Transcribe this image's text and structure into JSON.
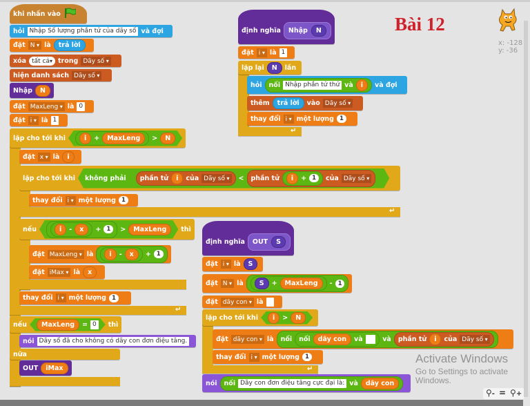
{
  "header_title": "Bài 12",
  "sprite": {
    "x_label": "x: -128",
    "y_label": "y: -36"
  },
  "watermark": {
    "line1": "Activate Windows",
    "line2": "Go to Settings to activate Windows."
  },
  "zoom_controls": {
    "zoom_out": "-",
    "reset": "=",
    "zoom_in": "+"
  },
  "colors": {
    "events": "#c88330",
    "sensing": "#2ca5e2",
    "variables": "#ee7d16",
    "lists": "#cc5b22",
    "more_blocks": "#632d99",
    "looks": "#8a55d7",
    "control": "#e1a91a",
    "operators": "#5cb712"
  },
  "blocks": [
    {
      "id": "when-flag",
      "tokens": [
        {
          "k": "label",
          "v": "khi nhấn vào"
        },
        {
          "k": "flag",
          "v": "green-flag"
        }
      ]
    },
    {
      "id": "ask-count",
      "tokens": [
        {
          "k": "label",
          "v": "hỏi"
        },
        {
          "k": "in",
          "v": "Nhập Số lượng phần tử của dãy số"
        },
        {
          "k": "label",
          "v": "và đợi"
        }
      ]
    },
    {
      "id": "set-n",
      "tokens": [
        {
          "k": "label",
          "v": "đặt"
        },
        {
          "k": "dd",
          "v": "N"
        },
        {
          "k": "label",
          "v": "là"
        },
        {
          "k": "sens",
          "v": "trả lời"
        }
      ]
    },
    {
      "id": "delete-all",
      "tokens": [
        {
          "k": "label",
          "v": "xóa"
        },
        {
          "k": "ddw",
          "v": "tất cả"
        },
        {
          "k": "label",
          "v": "trong"
        },
        {
          "k": "dd",
          "v": "Dãy số"
        }
      ]
    },
    {
      "id": "show-list",
      "tokens": [
        {
          "k": "label",
          "v": "hiện danh sách"
        },
        {
          "k": "dd",
          "v": "Dãy số"
        }
      ]
    },
    {
      "id": "call-nhap",
      "tokens": [
        {
          "k": "label",
          "v": "Nhập"
        },
        {
          "k": "var",
          "v": "N"
        }
      ]
    },
    {
      "id": "set-maxleng",
      "tokens": [
        {
          "k": "label",
          "v": "đặt"
        },
        {
          "k": "dd",
          "v": "MaxLeng"
        },
        {
          "k": "label",
          "v": "là"
        },
        {
          "k": "in",
          "v": "0"
        }
      ]
    },
    {
      "id": "set-i-1",
      "tokens": [
        {
          "k": "label",
          "v": "đặt"
        },
        {
          "k": "dd",
          "v": "i"
        },
        {
          "k": "label",
          "v": "là"
        },
        {
          "k": "in",
          "v": "1"
        }
      ]
    },
    {
      "id": "repeat-until-outer",
      "tokens": [
        {
          "k": "label",
          "v": "lặp cho tới khi"
        },
        {
          "k": "bool",
          "c": [
            {
              "k": "op",
              "c": [
                {
                  "k": "var",
                  "v": "i"
                },
                {
                  "k": "label",
                  "v": "+"
                },
                {
                  "k": "var",
                  "v": "MaxLeng"
                }
              ]
            },
            {
              "k": "label",
              "v": ">"
            },
            {
              "k": "var",
              "v": "N"
            }
          ]
        }
      ]
    },
    {
      "id": "set-x",
      "tokens": [
        {
          "k": "label",
          "v": "đặt"
        },
        {
          "k": "dd",
          "v": "x"
        },
        {
          "k": "label",
          "v": "là"
        },
        {
          "k": "var",
          "v": "i"
        }
      ]
    },
    {
      "id": "repeat-until-inner",
      "tokens": [
        {
          "k": "label",
          "v": "lặp cho tới khi"
        },
        {
          "k": "bool",
          "c": [
            {
              "k": "label",
              "v": "không phải"
            },
            {
              "k": "bool",
              "c": [
                {
                  "k": "lsr",
                  "c": [
                    {
                      "k": "label",
                      "v": "phần tử"
                    },
                    {
                      "k": "var",
                      "v": "i"
                    },
                    {
                      "k": "label",
                      "v": "của"
                    },
                    {
                      "k": "dd",
                      "v": "Dãy số"
                    }
                  ]
                },
                {
                  "k": "label",
                  "v": "<"
                },
                {
                  "k": "lsr",
                  "c": [
                    {
                      "k": "label",
                      "v": "phần tử"
                    },
                    {
                      "k": "op",
                      "c": [
                        {
                          "k": "var",
                          "v": "i"
                        },
                        {
                          "k": "label",
                          "v": "+"
                        },
                        {
                          "k": "num",
                          "v": "1"
                        }
                      ]
                    },
                    {
                      "k": "label",
                      "v": "của"
                    },
                    {
                      "k": "dd",
                      "v": "Dãy số"
                    }
                  ]
                }
              ]
            }
          ]
        }
      ]
    },
    {
      "id": "change-i-inner",
      "tokens": [
        {
          "k": "label",
          "v": "thay đổi"
        },
        {
          "k": "dd",
          "v": "i"
        },
        {
          "k": "label",
          "v": "một lượng"
        },
        {
          "k": "num",
          "v": "1"
        }
      ]
    },
    {
      "id": "if-longer",
      "tokens": [
        {
          "k": "label",
          "v": "nếu"
        },
        {
          "k": "bool",
          "c": [
            {
              "k": "op",
              "c": [
                {
                  "k": "op",
                  "c": [
                    {
                      "k": "var",
                      "v": "i"
                    },
                    {
                      "k": "label",
                      "v": "-"
                    },
                    {
                      "k": "var",
                      "v": "x"
                    }
                  ]
                },
                {
                  "k": "label",
                  "v": "+"
                },
                {
                  "k": "num",
                  "v": "1"
                }
              ]
            },
            {
              "k": "label",
              "v": ">"
            },
            {
              "k": "var",
              "v": "MaxLeng"
            }
          ]
        },
        {
          "k": "label",
          "v": "thì"
        }
      ]
    },
    {
      "id": "set-maxleng-calc",
      "tokens": [
        {
          "k": "label",
          "v": "đặt"
        },
        {
          "k": "dd",
          "v": "MaxLeng"
        },
        {
          "k": "label",
          "v": "là"
        },
        {
          "k": "op",
          "c": [
            {
              "k": "op",
              "c": [
                {
                  "k": "var",
                  "v": "i"
                },
                {
                  "k": "label",
                  "v": "-"
                },
                {
                  "k": "var",
                  "v": "x"
                }
              ]
            },
            {
              "k": "label",
              "v": "+"
            },
            {
              "k": "num",
              "v": "1"
            }
          ]
        }
      ]
    },
    {
      "id": "set-imax",
      "tokens": [
        {
          "k": "label",
          "v": "đặt"
        },
        {
          "k": "dd",
          "v": "iMax"
        },
        {
          "k": "label",
          "v": "là"
        },
        {
          "k": "var",
          "v": "x"
        }
      ]
    },
    {
      "id": "change-i-outer",
      "tokens": [
        {
          "k": "label",
          "v": "thay đổi"
        },
        {
          "k": "dd",
          "v": "i"
        },
        {
          "k": "label",
          "v": "một lượng"
        },
        {
          "k": "num",
          "v": "1"
        }
      ]
    },
    {
      "id": "if-zero",
      "tokens": [
        {
          "k": "label",
          "v": "nếu"
        },
        {
          "k": "bool",
          "c": [
            {
              "k": "var",
              "v": "MaxLeng"
            },
            {
              "k": "label",
              "v": "="
            },
            {
              "k": "in",
              "v": "0"
            }
          ]
        },
        {
          "k": "label",
          "v": "thì"
        }
      ]
    },
    {
      "id": "say-none",
      "tokens": [
        {
          "k": "label",
          "v": "nói"
        },
        {
          "k": "in",
          "v": "Dãy số đã cho không có dãy con đơn điệu tăng."
        }
      ]
    },
    {
      "id": "else",
      "tokens": [
        {
          "k": "label",
          "v": "nữa"
        }
      ]
    },
    {
      "id": "call-out",
      "tokens": [
        {
          "k": "label",
          "v": "OUT"
        },
        {
          "k": "var",
          "v": "iMax"
        }
      ]
    },
    {
      "id": "define-nhap",
      "tokens": [
        {
          "k": "label",
          "v": "định nghĩa"
        },
        {
          "k": "pdef",
          "c": [
            {
              "k": "label",
              "v": "Nhập"
            },
            {
              "k": "arg",
              "v": "N"
            }
          ]
        }
      ]
    },
    {
      "id": "nhap-set-i",
      "tokens": [
        {
          "k": "label",
          "v": "đặt"
        },
        {
          "k": "dd",
          "v": "i"
        },
        {
          "k": "label",
          "v": "là"
        },
        {
          "k": "in",
          "v": "1"
        }
      ]
    },
    {
      "id": "repeat-n",
      "tokens": [
        {
          "k": "label",
          "v": "lặp lại"
        },
        {
          "k": "arg",
          "v": "N"
        },
        {
          "k": "label",
          "v": "lần"
        }
      ]
    },
    {
      "id": "ask-element",
      "tokens": [
        {
          "k": "label",
          "v": "hỏi"
        },
        {
          "k": "op",
          "c": [
            {
              "k": "label",
              "v": "nối"
            },
            {
              "k": "in",
              "v": "Nhập phần tử thứ"
            },
            {
              "k": "label",
              "v": "và"
            },
            {
              "k": "var",
              "v": "i"
            }
          ]
        },
        {
          "k": "label",
          "v": "và đợi"
        }
      ]
    },
    {
      "id": "add-answer",
      "tokens": [
        {
          "k": "label",
          "v": "thêm"
        },
        {
          "k": "sens",
          "v": "trả lời"
        },
        {
          "k": "label",
          "v": "vào"
        },
        {
          "k": "dd",
          "v": "Dãy số"
        }
      ]
    },
    {
      "id": "nhap-change-i",
      "tokens": [
        {
          "k": "label",
          "v": "thay đổi"
        },
        {
          "k": "dd",
          "v": "i"
        },
        {
          "k": "label",
          "v": "một lượng"
        },
        {
          "k": "num",
          "v": "1"
        }
      ]
    },
    {
      "id": "define-out",
      "tokens": [
        {
          "k": "label",
          "v": "định nghĩa"
        },
        {
          "k": "pdef",
          "c": [
            {
              "k": "label",
              "v": "OUT"
            },
            {
              "k": "arg",
              "v": "S"
            }
          ]
        }
      ]
    },
    {
      "id": "out-set-i",
      "tokens": [
        {
          "k": "label",
          "v": "đặt"
        },
        {
          "k": "dd",
          "v": "i"
        },
        {
          "k": "label",
          "v": "là"
        },
        {
          "k": "arg",
          "v": "S"
        }
      ]
    },
    {
      "id": "out-set-n",
      "tokens": [
        {
          "k": "label",
          "v": "đặt"
        },
        {
          "k": "dd",
          "v": "N"
        },
        {
          "k": "label",
          "v": "là"
        },
        {
          "k": "op",
          "c": [
            {
              "k": "op",
              "c": [
                {
                  "k": "arg",
                  "v": "S"
                },
                {
                  "k": "label",
                  "v": "+"
                },
                {
                  "k": "var",
                  "v": "MaxLeng"
                }
              ]
            },
            {
              "k": "label",
              "v": "-"
            },
            {
              "k": "num",
              "v": "1"
            }
          ]
        }
      ]
    },
    {
      "id": "out-set-sub",
      "tokens": [
        {
          "k": "label",
          "v": "đặt"
        },
        {
          "k": "dd",
          "v": "dãy con"
        },
        {
          "k": "label",
          "v": "là"
        },
        {
          "k": "in",
          "v": "  "
        }
      ]
    },
    {
      "id": "out-repeat",
      "tokens": [
        {
          "k": "label",
          "v": "lặp cho tới khi"
        },
        {
          "k": "bool",
          "c": [
            {
              "k": "var",
              "v": "i"
            },
            {
              "k": "label",
              "v": ">"
            },
            {
              "k": "var",
              "v": "N"
            }
          ]
        }
      ]
    },
    {
      "id": "out-append",
      "tokens": [
        {
          "k": "label",
          "v": "đặt"
        },
        {
          "k": "dd",
          "v": "dãy con"
        },
        {
          "k": "label",
          "v": "là"
        },
        {
          "k": "op",
          "c": [
            {
              "k": "label",
              "v": "nối"
            },
            {
              "k": "op",
              "c": [
                {
                  "k": "label",
                  "v": "nối"
                },
                {
                  "k": "var",
                  "v": "dãy con"
                },
                {
                  "k": "label",
                  "v": "và"
                },
                {
                  "k": "in",
                  "v": "   "
                }
              ]
            },
            {
              "k": "label",
              "v": "và"
            },
            {
              "k": "lsr",
              "c": [
                {
                  "k": "label",
                  "v": "phần tử"
                },
                {
                  "k": "var",
                  "v": "i"
                },
                {
                  "k": "label",
                  "v": "của"
                },
                {
                  "k": "dd",
                  "v": "Dãy số"
                }
              ]
            }
          ]
        }
      ]
    },
    {
      "id": "out-change-i",
      "tokens": [
        {
          "k": "label",
          "v": "thay đổi"
        },
        {
          "k": "dd",
          "v": "i"
        },
        {
          "k": "label",
          "v": "một lượng"
        },
        {
          "k": "num",
          "v": "1"
        }
      ]
    },
    {
      "id": "out-say",
      "tokens": [
        {
          "k": "label",
          "v": "nói"
        },
        {
          "k": "op",
          "c": [
            {
              "k": "label",
              "v": "nối"
            },
            {
              "k": "in",
              "v": "Dãy con đơn điệu tăng cực đại là:"
            },
            {
              "k": "label",
              "v": "và"
            },
            {
              "k": "var",
              "v": "dãy con"
            }
          ]
        }
      ]
    }
  ]
}
